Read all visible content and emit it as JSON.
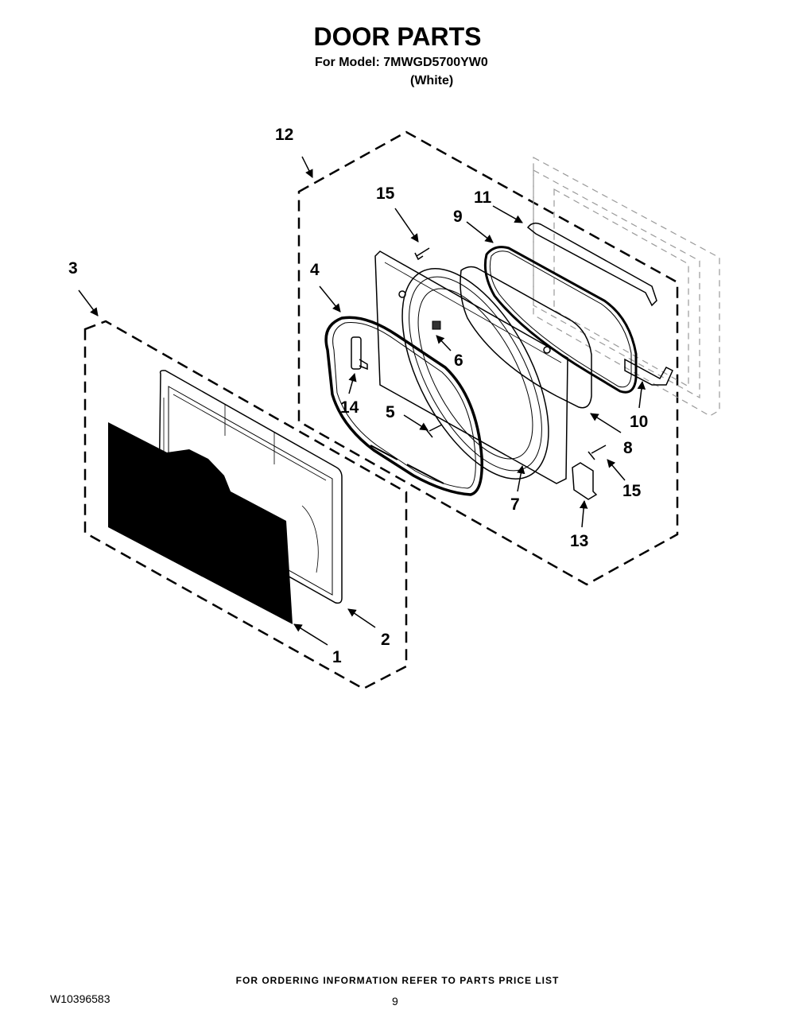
{
  "header": {
    "title": "DOOR PARTS",
    "model_line": "For Model: 7MWGD5700YW0",
    "color_line": "(White)"
  },
  "callouts": {
    "c1": "1",
    "c2": "2",
    "c3": "3",
    "c4": "4",
    "c5": "5",
    "c6": "6",
    "c7": "7",
    "c8": "8",
    "c9": "9",
    "c10": "10",
    "c11": "11",
    "c12": "12",
    "c13": "13",
    "c14": "14",
    "c15a": "15",
    "c15b": "15"
  },
  "footer": {
    "ordering_note": "FOR ORDERING INFORMATION REFER TO PARTS PRICE LIST",
    "doc_number": "W10396583",
    "page_number": "9"
  }
}
